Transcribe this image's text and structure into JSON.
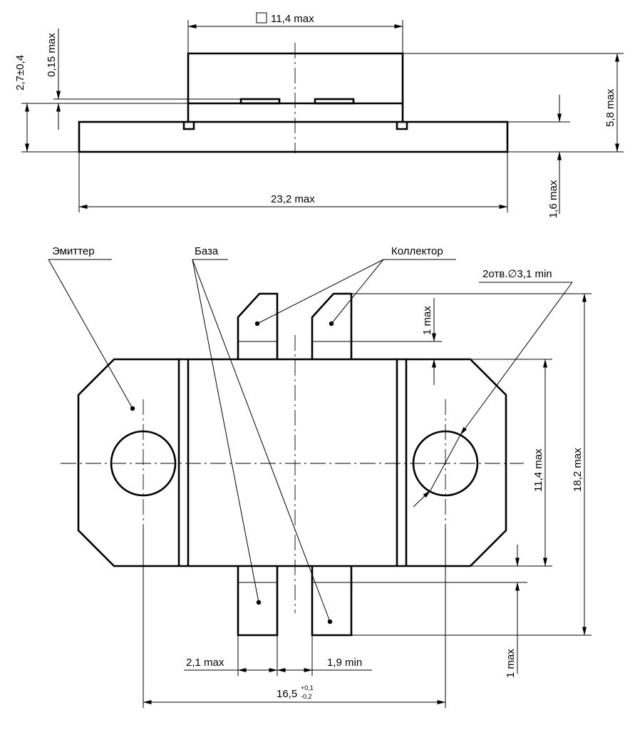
{
  "side_view": {
    "dim_square_width": "11,4 max",
    "dim_height_total": "5,8 max",
    "dim_flange_thickness": "1,6 max",
    "dim_flange_length": "23,2 max",
    "dim_lead_height": "2,7±0,4",
    "dim_lead_thickness": "0,15 max"
  },
  "top_view": {
    "label_emitter": "Эмиттер",
    "label_base": "База",
    "label_collector": "Коллектор",
    "label_holes": "2отв.∅3,1 min",
    "dim_lead_gap": "1 max",
    "dim_body_width": "11,4 max",
    "dim_total_height": "18,2 max",
    "dim_lead_offset": "1 max",
    "dim_lead_width": "2,1 max",
    "dim_lead_spacing": "1,9 min",
    "dim_hole_pitch": "16,5",
    "dim_hole_pitch_tol_upper": "+0,1",
    "dim_hole_pitch_tol_lower": "-0,2"
  }
}
